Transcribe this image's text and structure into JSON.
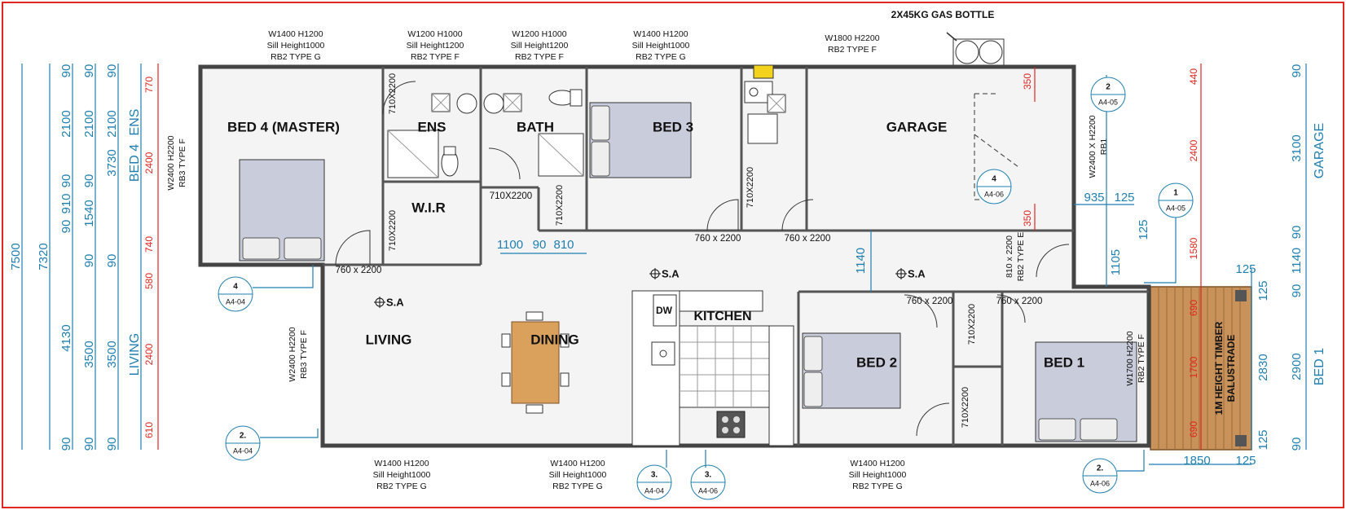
{
  "title": "2X45KG GAS BOTTLE",
  "rooms": {
    "bed4": "BED 4 (MASTER)",
    "ens": "ENS",
    "bath": "BATH",
    "bed3": "BED 3",
    "garage": "GARAGE",
    "wir": "W.I.R",
    "living": "LIVING",
    "dining": "DINING",
    "kitchen": "KITCHEN",
    "dw": "DW",
    "bed2": "BED 2",
    "bed1": "BED 1",
    "balustrade_1": "1M HEIGHT TIMBER",
    "balustrade_2": "BALUSTRADE"
  },
  "sa_label": "S.A",
  "windows_top": [
    {
      "l1": "W1400 H1200",
      "l2": "Sill Height1000",
      "l3": "RB2 TYPE G"
    },
    {
      "l1": "W1200 H1000",
      "l2": "Sill Height1200",
      "l3": "RB2 TYPE F"
    },
    {
      "l1": "W1200 H1000",
      "l2": "Sill Height1200",
      "l3": "RB2 TYPE F"
    },
    {
      "l1": "W1400 H1200",
      "l2": "Sill Height1000",
      "l3": "RB2 TYPE G"
    },
    {
      "l1": "W1800 H2200",
      "l2": "RB2 TYPE F"
    }
  ],
  "windows_bottom": [
    {
      "l1": "W1400 H1200",
      "l2": "Sill Height1000",
      "l3": "RB2 TYPE G"
    },
    {
      "l1": "W1400 H1200",
      "l2": "Sill Height1000",
      "l3": "RB2 TYPE G"
    },
    {
      "l1": "W1400 H1200",
      "l2": "Sill Height1000",
      "l3": "RB2 TYPE G"
    }
  ],
  "windows_side": {
    "bed4_l1": "W2400 H2200",
    "bed4_l2": "RB3 TYPE F",
    "living_l1": "W2400 H2200",
    "living_l2": "RB3 TYPE F",
    "garage_l1": "W2400 X H2200",
    "garage_l2": "RB1",
    "garage_door_l1": "810 x 2200",
    "garage_door_l2": "RB2 TYPE E",
    "bed1_l1": "W1700 H2200",
    "bed1_l2": "RB2 TYPE F"
  },
  "doors": {
    "d710_ens": "710X2200",
    "d710_wir": "710X2200",
    "d710_bath": "710X2200",
    "d710_bath_v": "710X2200",
    "d710_bed3": "710X2200",
    "d760_bed4": "760 x 2200",
    "d760_bed3": "760 x 2200",
    "d760_garage": "760 x 2200",
    "d760_bed2": "760 x 2200",
    "d760_bed1": "760 x 2200",
    "d710_hall1": "710X2200",
    "d710_hall2": "710X2200"
  },
  "inner_dims": {
    "d1100": "1100",
    "d90": "90",
    "d810": "810",
    "d1140": "1140",
    "d935": "935",
    "d125a": "125",
    "d125b": "125",
    "d1105": "1105",
    "d1850": "1850",
    "d125c": "125"
  },
  "left_dims": {
    "overall": "7500",
    "col2": "7320",
    "col3": [
      "90",
      "4130",
      "90"
    ],
    "col4": [
      "90",
      "2100",
      "90",
      "910",
      "90",
      "90"
    ],
    "col5": [
      "90",
      "2100",
      "90",
      "1540",
      "90",
      "3500",
      "90"
    ],
    "col6": [
      "90",
      "2100",
      "3730",
      "90",
      "3500",
      "90"
    ],
    "col6_labels": [
      "ENS",
      "BED 4",
      "LIVING"
    ],
    "red": [
      "770",
      "2400",
      "740",
      "580",
      "2400",
      "610"
    ]
  },
  "right_dims": {
    "red": [
      "440",
      "2400",
      "1580",
      "690",
      "1700",
      "690"
    ],
    "c1": [
      "125",
      "2830",
      "125"
    ],
    "c2": [
      "90",
      "3100",
      "90",
      "1140",
      "90",
      "2900",
      "90"
    ],
    "labels": [
      "GARAGE",
      "BED 1"
    ],
    "c3_top": "125"
  },
  "tags": [
    {
      "num": "4",
      "sheet": "A4-04"
    },
    {
      "num": "2.",
      "sheet": "A4-04"
    },
    {
      "num": "3.",
      "sheet": "A4-04"
    },
    {
      "num": "3.",
      "sheet": "A4-06"
    },
    {
      "num": "2",
      "sheet": "A4-05"
    },
    {
      "num": "4",
      "sheet": "A4-06"
    },
    {
      "num": "1",
      "sheet": "A4-05"
    },
    {
      "num": "2.",
      "sheet": "A4-06"
    }
  ],
  "colors": {
    "frame": "#e0261f",
    "dimension_blue": "#1f7fb0",
    "dimension_red": "#e0261f",
    "floor": "#f4f4f4",
    "bed": "#c9ccdb",
    "dining_table": "#d9a15c",
    "deck": "#c8925a"
  }
}
